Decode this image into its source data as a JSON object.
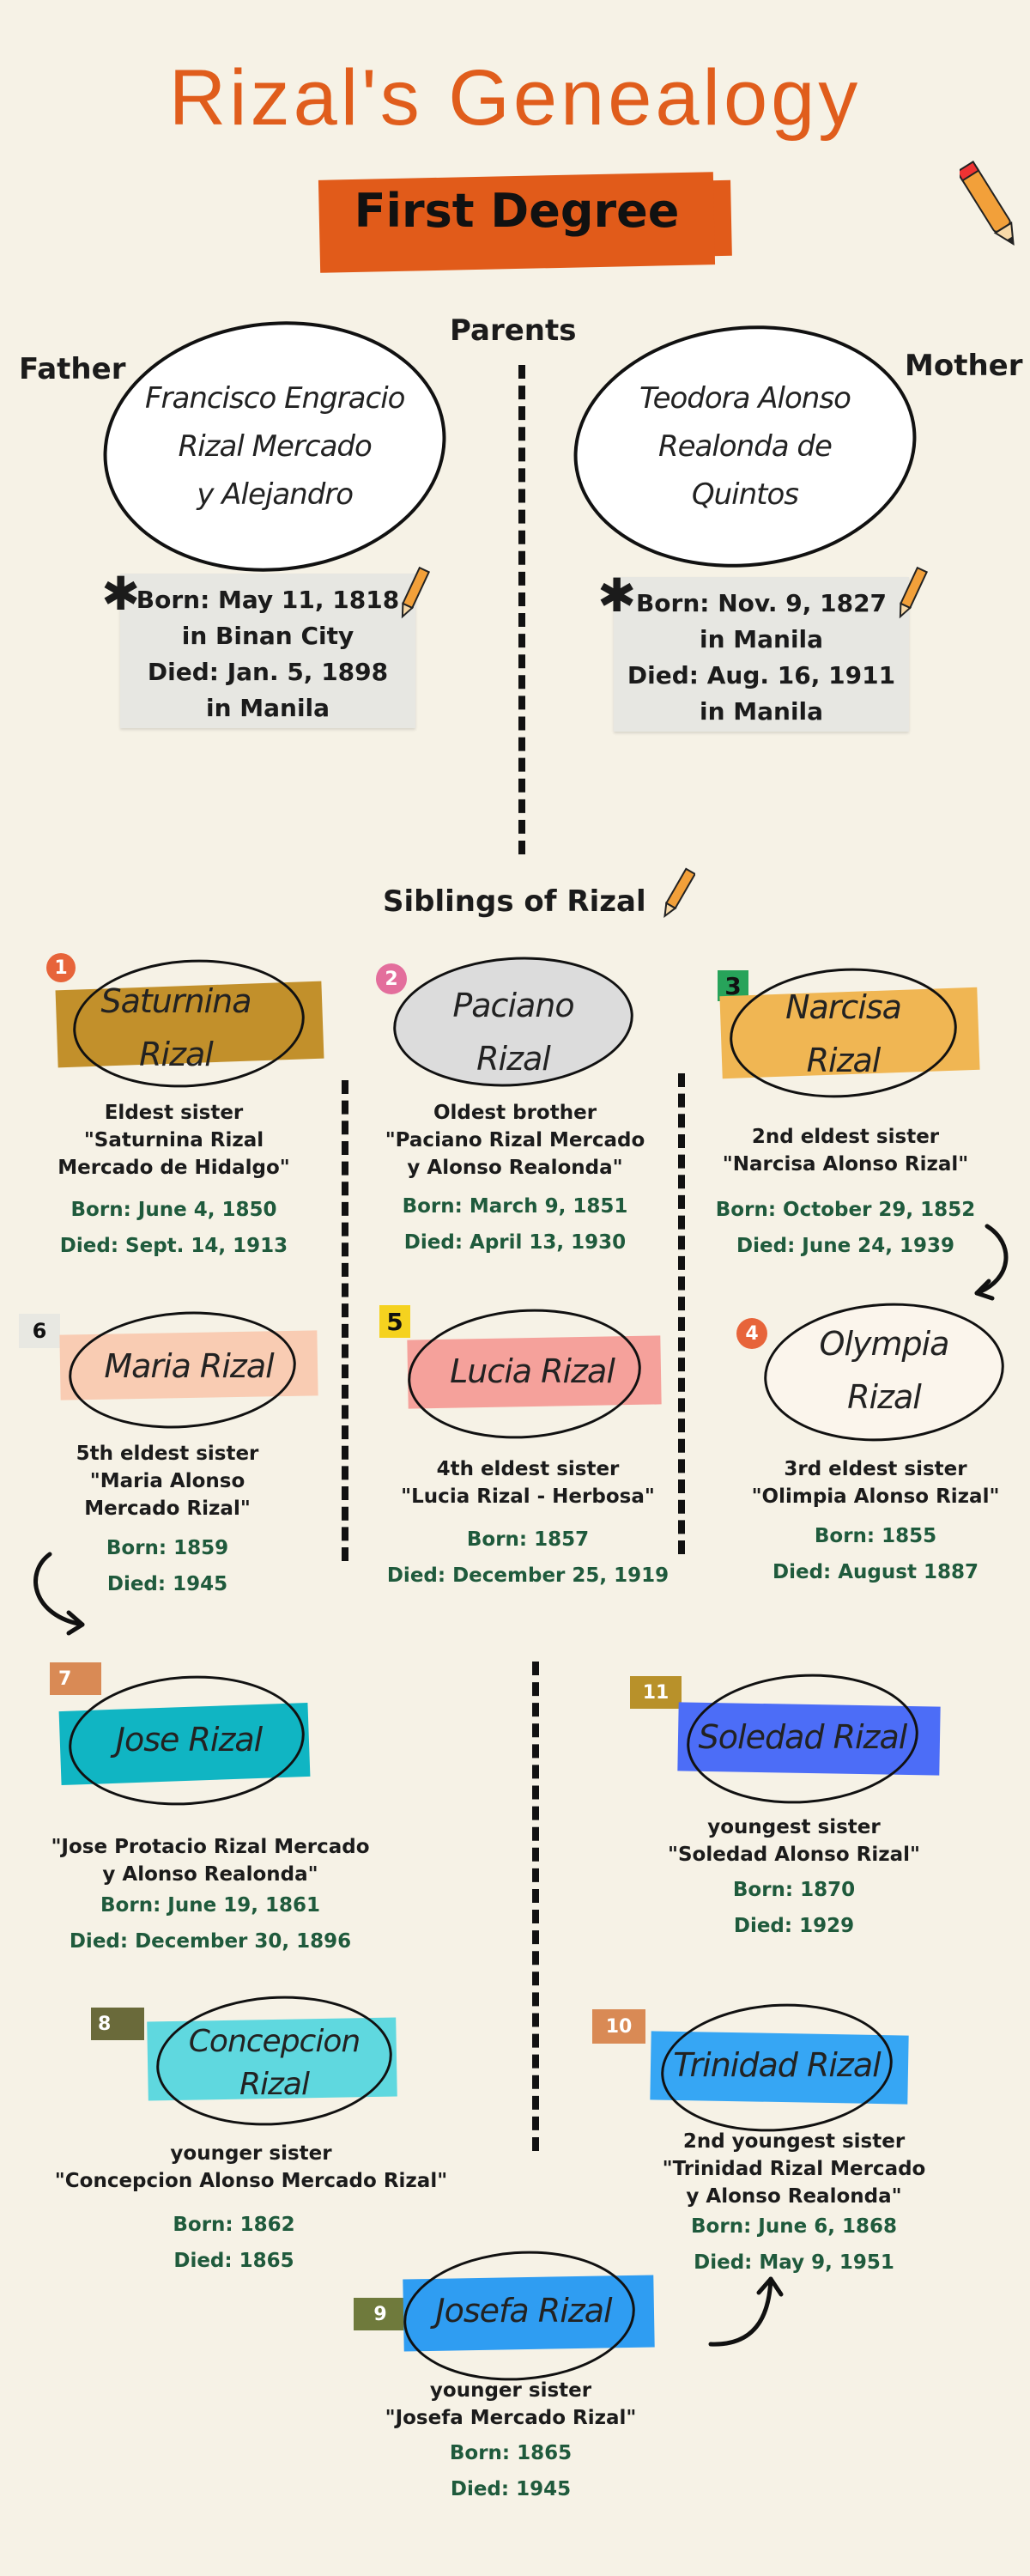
{
  "title": "Rizal's Genealogy",
  "banner": "First Degree",
  "parents": {
    "heading": "Parents",
    "father_label": "Father",
    "mother_label": "Mother",
    "father": {
      "name_l1": "Francisco Engracio",
      "name_l2": "Rizal Mercado",
      "name_l3": "y Alejandro",
      "born": "Born: May 11, 1818",
      "born_place": "in Binan City",
      "died": "Died: Jan. 5, 1898",
      "died_place": "in Manila"
    },
    "mother": {
      "name_l1": "Teodora Alonso",
      "name_l2": "Realonda de",
      "name_l3": "Quintos",
      "born": "Born: Nov. 9, 1827",
      "born_place": "in Manila",
      "died": "Died: Aug. 16, 1911",
      "died_place": "in Manila"
    }
  },
  "siblings_heading": "Siblings of Rizal",
  "siblings": {
    "s1": {
      "num": "1",
      "name_l1": "Saturnina",
      "name_l2": "Rizal",
      "d1": "Eldest sister",
      "d2": "\"Saturnina Rizal",
      "d3": "Mercado de Hidalgo\"",
      "born": "Born: June 4, 1850",
      "died": "Died: Sept. 14, 1913",
      "color": "#c2902b"
    },
    "s2": {
      "num": "2",
      "name_l1": "Paciano",
      "name_l2": "Rizal",
      "d1": "Oldest brother",
      "d2": "\"Paciano Rizal Mercado",
      "d3": "y Alonso Realonda\"",
      "born": "Born: March 9, 1851",
      "died": "Died: April 13, 1930",
      "color": "#dcdcdc"
    },
    "s3": {
      "num": "3",
      "name_l1": "Narcisa",
      "name_l2": "Rizal",
      "d1": "2nd eldest sister",
      "d2": "\"Narcisa Alonso Rizal\"",
      "born": "Born: October 29, 1852",
      "died": "Died: June 24, 1939",
      "color": "#f0b653"
    },
    "s4": {
      "num": "4",
      "name_l1": "Olympia",
      "name_l2": "Rizal",
      "d1": "3rd eldest sister",
      "d2": "\"Olimpia Alonso Rizal\"",
      "born": "Born: 1855",
      "died": "Died: August 1887",
      "color": "#fbf5ec"
    },
    "s5": {
      "num": "5",
      "name": "Lucia Rizal",
      "d1": "4th eldest sister",
      "d2": "\"Lucia Rizal - Herbosa\"",
      "born": "Born: 1857",
      "died": "Died: December 25, 1919",
      "color": "#f5a19b"
    },
    "s6": {
      "num": "6",
      "name": "Maria Rizal",
      "d1": "5th eldest sister",
      "d2": "\"Maria Alonso",
      "d3": "Mercado Rizal\"",
      "born": "Born: 1859",
      "died": "Died: 1945",
      "color": "#f9ccb3"
    },
    "s7": {
      "num": "7",
      "name": "Jose Rizal",
      "d1": "\"Jose Protacio Rizal Mercado",
      "d2": "y Alonso Realonda\"",
      "born": "Born: June 19, 1861",
      "died": "Died: December 30, 1896",
      "color": "#10b5c3"
    },
    "s8": {
      "num": "8",
      "name_l1": "Concepcion",
      "name_l2": "Rizal",
      "d1": "younger sister",
      "d2": "\"Concepcion Alonso Mercado Rizal\"",
      "born": "Born: 1862",
      "died": "Died: 1865",
      "color": "#5fd8df"
    },
    "s9": {
      "num": "9",
      "name": "Josefa Rizal",
      "d1": "younger sister",
      "d2": "\"Josefa Mercado Rizal\"",
      "born": "Born: 1865",
      "died": "Died: 1945",
      "color": "#2f9df2"
    },
    "s10": {
      "num": "10",
      "name": "Trinidad Rizal",
      "d1": "2nd youngest sister",
      "d2": "\"Trinidad Rizal Mercado",
      "d3": "y Alonso Realonda\"",
      "born": "Born: June 6, 1868",
      "died": "Died: May 9, 1951",
      "color": "#36a6f4"
    },
    "s11": {
      "num": "11",
      "name": "Soledad Rizal",
      "d1": "youngest sister",
      "d2": "\"Soledad Alonso Rizal\"",
      "born": "Born: 1870",
      "died": "Died: 1929",
      "color": "#4c6df7"
    }
  },
  "colors": {
    "accent": "#e05d1c",
    "date_green": "#1f5a3c",
    "background": "#f6f2e6"
  },
  "icons": [
    "pencil-icon",
    "asterisk-icon",
    "curved-arrow-icon"
  ]
}
